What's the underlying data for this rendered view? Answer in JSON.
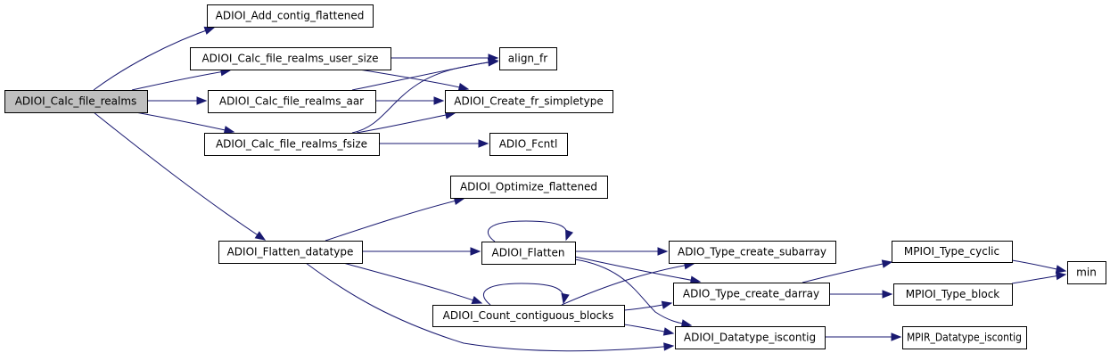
{
  "graph": {
    "type": "call-graph",
    "root": "ADIOI_Calc_file_realms",
    "colors": {
      "edge": "#191970",
      "root_fill": "#bfbfbf",
      "node_fill": "#ffffff",
      "node_border": "#000000"
    },
    "nodes": [
      {
        "id": "calc_file_realms",
        "label": "ADIOI_Calc_file_realms",
        "root": true
      },
      {
        "id": "add_contig_flattened",
        "label": "ADIOI_Add_contig_flattened"
      },
      {
        "id": "calc_user_size",
        "label": "ADIOI_Calc_file_realms_user_size"
      },
      {
        "id": "calc_aar",
        "label": "ADIOI_Calc_file_realms_aar"
      },
      {
        "id": "calc_fsize",
        "label": "ADIOI_Calc_file_realms_fsize"
      },
      {
        "id": "align_fr",
        "label": "align_fr"
      },
      {
        "id": "create_fr_simpletype",
        "label": "ADIOI_Create_fr_simpletype"
      },
      {
        "id": "adio_fcntl",
        "label": "ADIO_Fcntl"
      },
      {
        "id": "optimize_flattened",
        "label": "ADIOI_Optimize_flattened"
      },
      {
        "id": "flatten_datatype",
        "label": "ADIOI_Flatten_datatype"
      },
      {
        "id": "flatten",
        "label": "ADIOI_Flatten"
      },
      {
        "id": "type_create_subarray",
        "label": "ADIO_Type_create_subarray"
      },
      {
        "id": "count_contiguous_blocks",
        "label": "ADIOI_Count_contiguous_blocks"
      },
      {
        "id": "type_create_darray",
        "label": "ADIO_Type_create_darray"
      },
      {
        "id": "datatype_iscontig",
        "label": "ADIOI_Datatype_iscontig"
      },
      {
        "id": "mpioi_type_cyclic",
        "label": "MPIOI_Type_cyclic"
      },
      {
        "id": "mpioi_type_block",
        "label": "MPIOI_Type_block"
      },
      {
        "id": "min",
        "label": "min"
      },
      {
        "id": "mpir_datatype_iscontig",
        "label": "MPIR_Datatype_iscontig"
      }
    ],
    "edges": [
      {
        "from": "calc_file_realms",
        "to": "add_contig_flattened"
      },
      {
        "from": "calc_file_realms",
        "to": "calc_user_size"
      },
      {
        "from": "calc_file_realms",
        "to": "calc_aar"
      },
      {
        "from": "calc_file_realms",
        "to": "calc_fsize"
      },
      {
        "from": "calc_file_realms",
        "to": "flatten_datatype"
      },
      {
        "from": "calc_user_size",
        "to": "align_fr"
      },
      {
        "from": "calc_user_size",
        "to": "create_fr_simpletype"
      },
      {
        "from": "calc_aar",
        "to": "align_fr"
      },
      {
        "from": "calc_aar",
        "to": "create_fr_simpletype"
      },
      {
        "from": "calc_fsize",
        "to": "align_fr"
      },
      {
        "from": "calc_fsize",
        "to": "create_fr_simpletype"
      },
      {
        "from": "calc_fsize",
        "to": "adio_fcntl"
      },
      {
        "from": "flatten_datatype",
        "to": "optimize_flattened"
      },
      {
        "from": "flatten_datatype",
        "to": "flatten"
      },
      {
        "from": "flatten_datatype",
        "to": "count_contiguous_blocks"
      },
      {
        "from": "flatten_datatype",
        "to": "datatype_iscontig"
      },
      {
        "from": "flatten",
        "to": "flatten"
      },
      {
        "from": "flatten",
        "to": "type_create_subarray"
      },
      {
        "from": "flatten",
        "to": "type_create_darray"
      },
      {
        "from": "flatten",
        "to": "datatype_iscontig"
      },
      {
        "from": "count_contiguous_blocks",
        "to": "count_contiguous_blocks"
      },
      {
        "from": "count_contiguous_blocks",
        "to": "type_create_subarray"
      },
      {
        "from": "count_contiguous_blocks",
        "to": "type_create_darray"
      },
      {
        "from": "count_contiguous_blocks",
        "to": "datatype_iscontig"
      },
      {
        "from": "type_create_darray",
        "to": "mpioi_type_cyclic"
      },
      {
        "from": "type_create_darray",
        "to": "mpioi_type_block"
      },
      {
        "from": "datatype_iscontig",
        "to": "mpir_datatype_iscontig"
      },
      {
        "from": "mpioi_type_cyclic",
        "to": "min"
      },
      {
        "from": "mpioi_type_block",
        "to": "min"
      }
    ]
  }
}
